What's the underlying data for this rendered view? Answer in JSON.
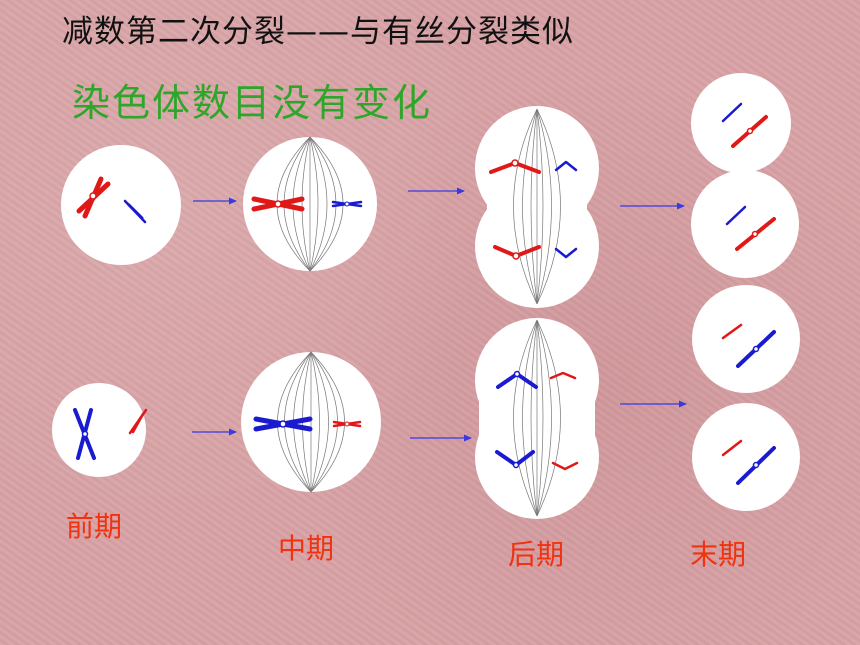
{
  "title": "减数第二次分裂——与有丝分裂类似",
  "subtitle": "染色体数目没有变化",
  "stages": [
    {
      "label": "前期"
    },
    {
      "label": "中期"
    },
    {
      "label": "后期"
    },
    {
      "label": "末期"
    }
  ],
  "colors": {
    "red_chromosome": "#e01818",
    "blue_chromosome": "#1a1ad0",
    "title_text": "#111111",
    "subtitle_text": "#2ea62a",
    "stage_label_text": "#f0320f",
    "arrow": "#3a3ae0",
    "spindle": "#7a7a7a",
    "cell_fill": "#ffffff",
    "background": "#d9a3a6"
  }
}
